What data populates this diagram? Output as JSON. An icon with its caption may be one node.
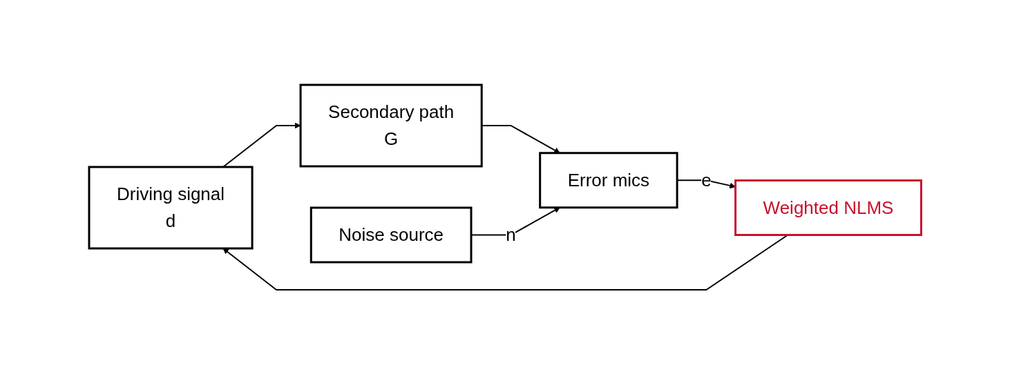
{
  "diagram": {
    "nodes": [
      {
        "text": [
          "Driving signal",
          "d"
        ]
      },
      {
        "text": [
          "Secondary path",
          "G"
        ]
      },
      {
        "text": [
          "Error mics"
        ]
      },
      {
        "text": [
          "Noise source"
        ]
      },
      {
        "text": [
          "Weighted NLMS"
        ]
      }
    ],
    "edges": [
      {
        "from": 0,
        "to": 1,
        "arrow": "to"
      },
      {
        "from": 1,
        "to": 2,
        "arrow": "to"
      },
      {
        "from": 3,
        "to": 2,
        "arrow": "to",
        "label": "n"
      },
      {
        "from": 2,
        "to": 4,
        "arrow": "to",
        "label": "e"
      },
      {
        "from": 4,
        "to": 0,
        "arrow": "to"
      }
    ]
  }
}
